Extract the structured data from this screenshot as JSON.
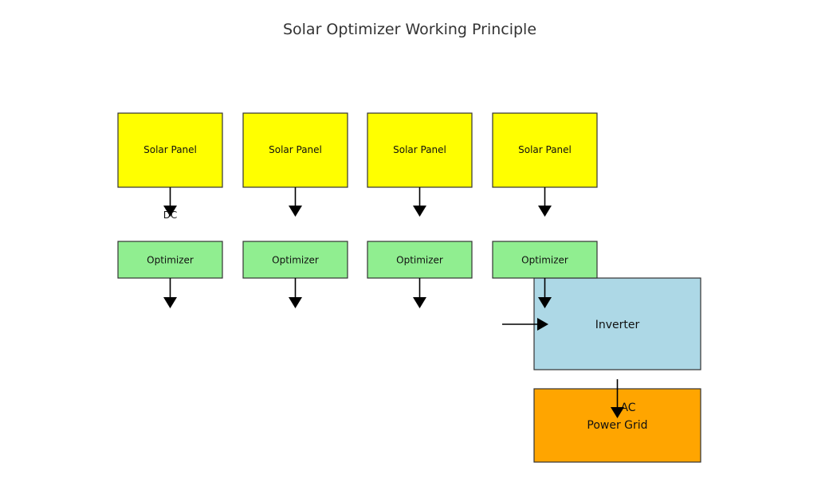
{
  "title": "Solar Optimizer Working Principle",
  "panels": [
    {
      "label": "Solar Panel"
    },
    {
      "label": "Solar Panel"
    },
    {
      "label": "Solar Panel"
    },
    {
      "label": "Solar Panel"
    }
  ],
  "optimizers": [
    {
      "label": "Optimizer"
    },
    {
      "label": "Optimizer"
    },
    {
      "label": "Optimizer"
    },
    {
      "label": "Optimizer"
    }
  ],
  "inverter": {
    "label": "Inverter"
  },
  "grid": {
    "label": "Power Grid"
  },
  "dc_label": "DC",
  "ac_label": "AC",
  "colors": {
    "panel": "#ffff00",
    "optimizer": "#90ee90",
    "inverter": "#add8e6",
    "grid": "#ffa500",
    "arrow": "#000000",
    "border": "#333333"
  }
}
